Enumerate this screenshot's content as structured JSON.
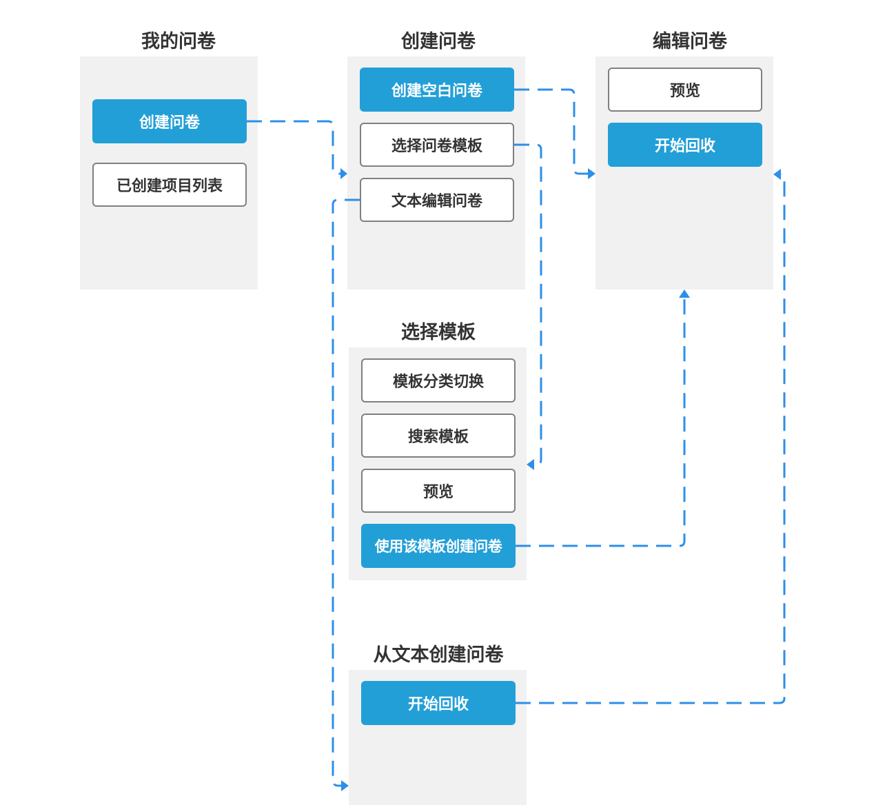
{
  "panels": {
    "my_survey": {
      "title": "我的问卷",
      "create_button": "创建问卷",
      "project_list_button": "已创建项目列表"
    },
    "create_survey": {
      "title": "创建问卷",
      "blank_button": "创建空白问卷",
      "choose_template_button": "选择问卷模板",
      "text_edit_button": "文本编辑问卷"
    },
    "edit_survey": {
      "title": "编辑问卷",
      "preview_button": "预览",
      "start_collect_button": "开始回收"
    },
    "choose_template": {
      "title": "选择模板",
      "category_switch_button": "模板分类切换",
      "search_button": "搜索模板",
      "preview_button": "预览",
      "use_template_button": "使用该模板创建问卷"
    },
    "from_text": {
      "title": "从文本创建问卷",
      "start_collect_button": "开始回收"
    }
  },
  "colors": {
    "primary": "#229fd7",
    "panel_bg": "#f1f1f1",
    "outline_border": "#7f7f7f",
    "connector": "#2c8fe8",
    "text": "#333333"
  }
}
